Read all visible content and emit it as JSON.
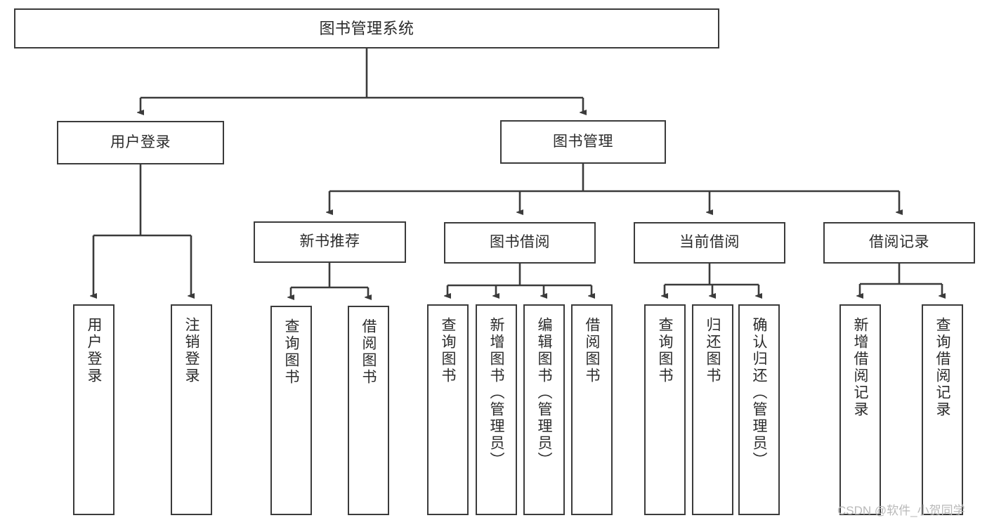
{
  "diagram": {
    "title": "图书管理系统",
    "type": "tree-hierarchy-chart",
    "root": {
      "label": "图书管理系统"
    },
    "level1": [
      {
        "label": "用户登录"
      },
      {
        "label": "图书管理"
      }
    ],
    "level2": [
      {
        "label": "新书推荐"
      },
      {
        "label": "图书借阅"
      },
      {
        "label": "当前借阅"
      },
      {
        "label": "借阅记录"
      }
    ],
    "leaves": {
      "user_login": [
        {
          "label": "用户登录"
        },
        {
          "label": "注销登录"
        }
      ],
      "new_book_recommend": [
        {
          "label": "查询图书"
        },
        {
          "label": "借阅图书"
        }
      ],
      "book_borrow": [
        {
          "label": "查询图书"
        },
        {
          "label": "新增图书（管理员）"
        },
        {
          "label": "编辑图书（管理员）"
        },
        {
          "label": "借阅图书"
        }
      ],
      "current_borrow": [
        {
          "label": "查询图书"
        },
        {
          "label": "归还图书"
        },
        {
          "label": "确认归还（管理员）"
        }
      ],
      "borrow_record": [
        {
          "label": "新增借阅记录"
        },
        {
          "label": "查询借阅记录"
        }
      ]
    }
  },
  "watermark": {
    "text": "CSDN @软件_小贺同学"
  },
  "colors": {
    "background": "#ffffff",
    "box_border": "#3b3b3b",
    "connector": "#3b3b3b",
    "text": "#2b2b2b",
    "watermark": "#b9b9b9"
  }
}
